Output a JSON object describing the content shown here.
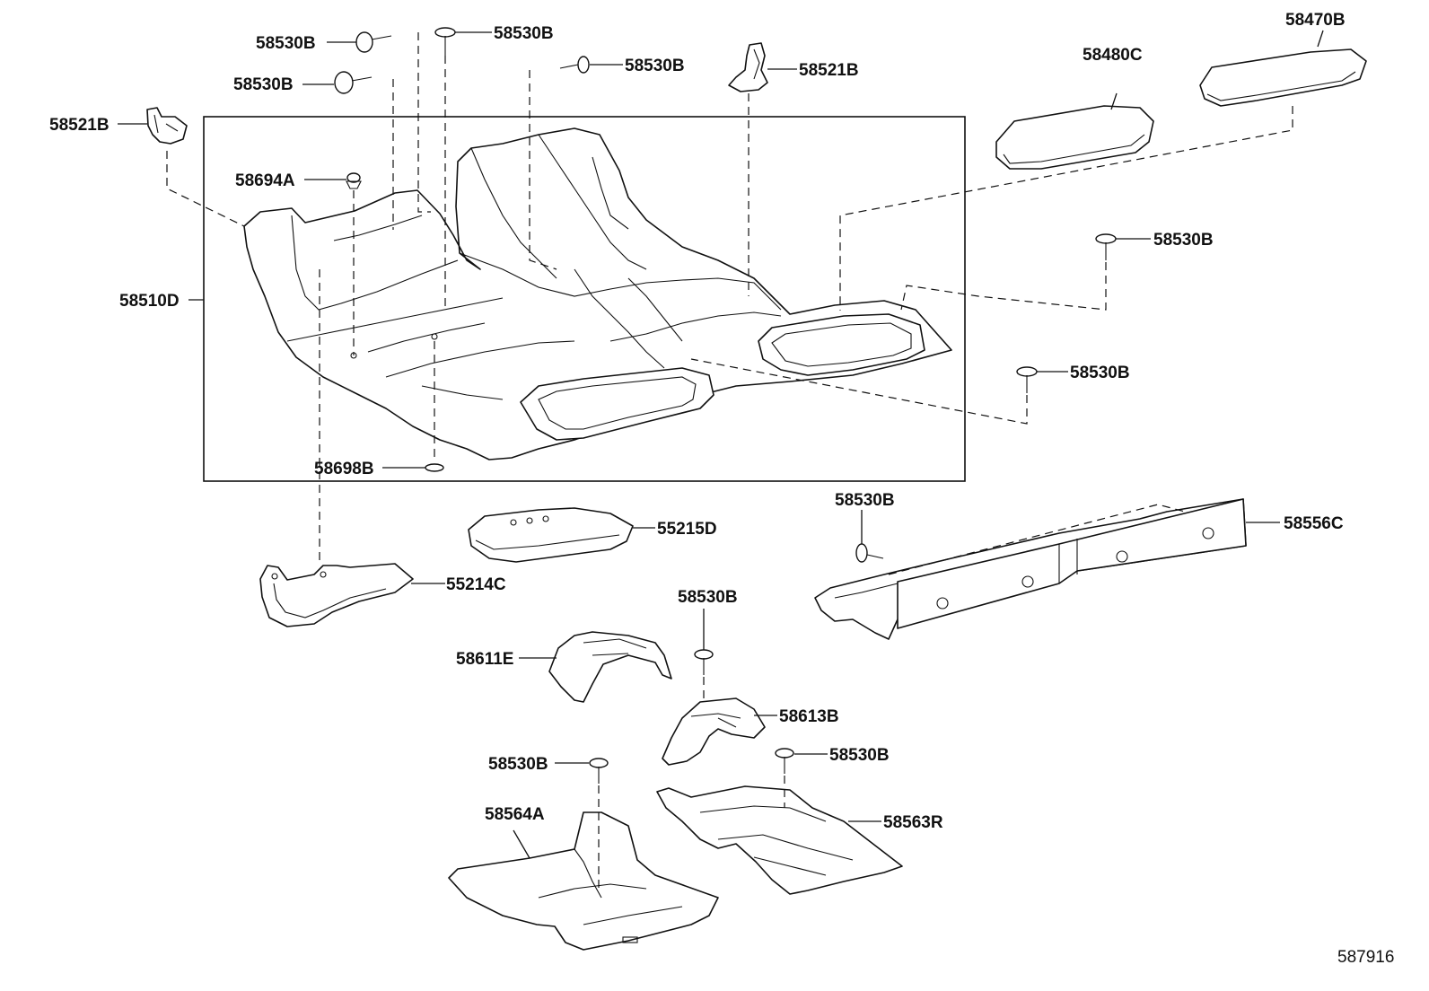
{
  "diagram": {
    "part_labels": {
      "p58530B_a": "58530B",
      "p58530B_b": "58530B",
      "p58530B_c": "58530B",
      "p58530B_d": "58530B",
      "p58521B_top": "58521B",
      "p58521B_left": "58521B",
      "p58694A": "58694A",
      "p58510D": "58510D",
      "p58698B": "58698B",
      "p58480C": "58480C",
      "p58470B": "58470B",
      "p58530B_e": "58530B",
      "p58530B_f": "58530B",
      "p58530B_g": "58530B",
      "p55215D": "55215D",
      "p55214C": "55214C",
      "p58556C": "58556C",
      "p58530B_h": "58530B",
      "p58611E": "58611E",
      "p58613B": "58613B",
      "p58530B_i": "58530B",
      "p58530B_j": "58530B",
      "p58564A": "58564A",
      "p58563R": "58563R"
    },
    "figure_id": "587916"
  }
}
